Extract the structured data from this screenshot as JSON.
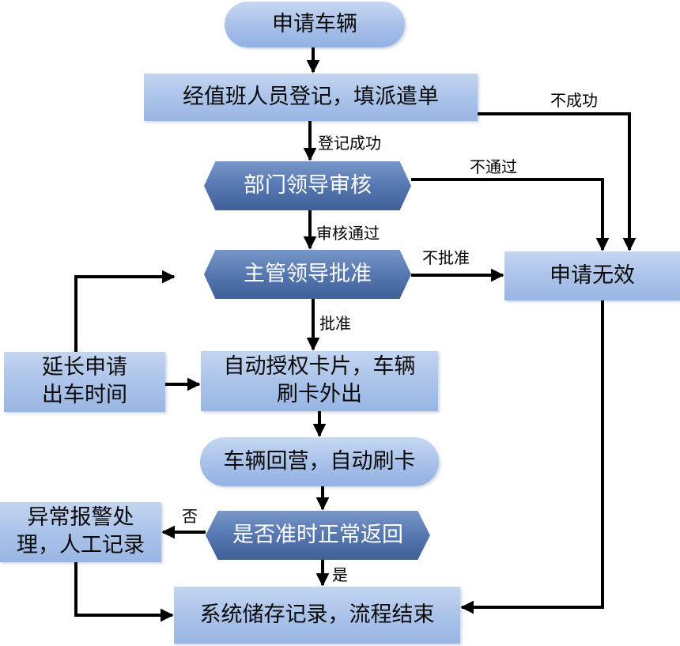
{
  "nodes": {
    "apply": "申请车辆",
    "register": "经值班人员登记，填派遣单",
    "dept_review": "部门领导审核",
    "manager_approve": "主管领导批准",
    "invalid": "申请无效",
    "authorize": "自动授权卡片，车辆\n刷卡外出",
    "extend": "延长申请\n出车时间",
    "return": "车辆回营，自动刷卡",
    "check": "是否准时正常返回",
    "alarm": "异常报警处\n理，人工记录",
    "end": "系统储存记录，流程结束"
  },
  "edge_labels": {
    "register_success": "登记成功",
    "register_fail": "不成功",
    "review_pass": "审核通过",
    "review_fail": "不通过",
    "approved": "批准",
    "not_approved": "不批准",
    "no": "否",
    "yes": "是"
  },
  "colors": {
    "rect_fill": "#a9c2e9",
    "hex_fill": "#5677b0",
    "arrow": "#000000"
  }
}
